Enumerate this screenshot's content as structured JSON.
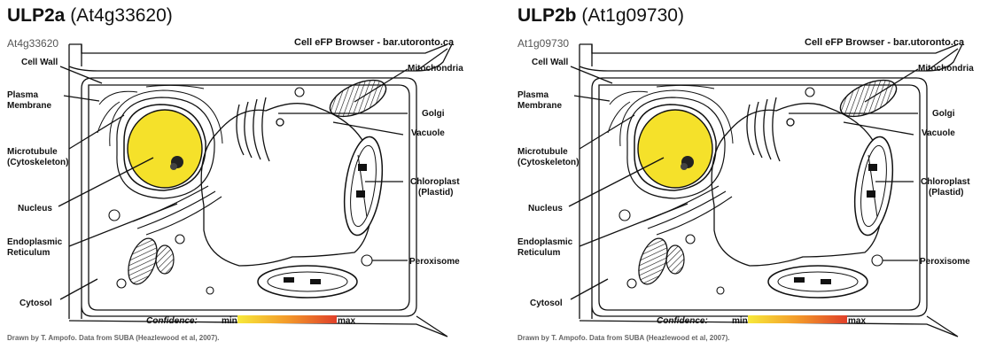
{
  "panels": [
    {
      "title_bold": "ULP2a",
      "title_rest": " (At4g33620)",
      "gene_id": "At4g33620",
      "browser": "Cell eFP Browser - bar.utoronto.ca",
      "credit": "Drawn by T. Ampofo. Data from SUBA (Heazlewood et al, 2007).",
      "labels": {
        "cell_wall": "Cell Wall",
        "plasma": "Plasma",
        "membrane": "Membrane",
        "microtubule": "Microtubule",
        "cytoskeleton": "(Cytoskeleton)",
        "nucleus": "Nucleus",
        "endoplasmic": "Endoplasmic",
        "reticulum": "Reticulum",
        "cytosol": "Cytosol",
        "mitochondria": "Mitochondria",
        "golgi": "Golgi",
        "vacuole": "Vacuole",
        "chloroplast": "Chloroplast",
        "plastid": "(Plastid)",
        "peroxisome": "Peroxisome"
      },
      "confidence": {
        "label": "Confidence:",
        "min": "min",
        "max": "max"
      }
    },
    {
      "title_bold": "ULP2b",
      "title_rest": " (At1g09730)",
      "gene_id": "At1g09730",
      "browser": "Cell eFP Browser - bar.utoronto.ca",
      "credit": "Drawn by T. Ampofo. Data from SUBA (Heazlewood et al, 2007).",
      "labels": {
        "cell_wall": "Cell Wall",
        "plasma": "Plasma",
        "membrane": "Membrane",
        "microtubule": "Microtubule",
        "cytoskeleton": "(Cytoskeleton)",
        "nucleus": "Nucleus",
        "endoplasmic": "Endoplasmic",
        "reticulum": "Reticulum",
        "cytosol": "Cytosol",
        "mitochondria": "Mitochondria",
        "golgi": "Golgi",
        "vacuole": "Vacuole",
        "chloroplast": "Chloroplast",
        "plastid": "(Plastid)",
        "peroxisome": "Peroxisome"
      },
      "confidence": {
        "label": "Confidence:",
        "min": "min",
        "max": "max"
      }
    }
  ],
  "colors": {
    "nucleus_fill": "#f5e12a",
    "scale_start": "#f7e93a",
    "scale_mid": "#f39a2a",
    "scale_end": "#e0402a"
  }
}
